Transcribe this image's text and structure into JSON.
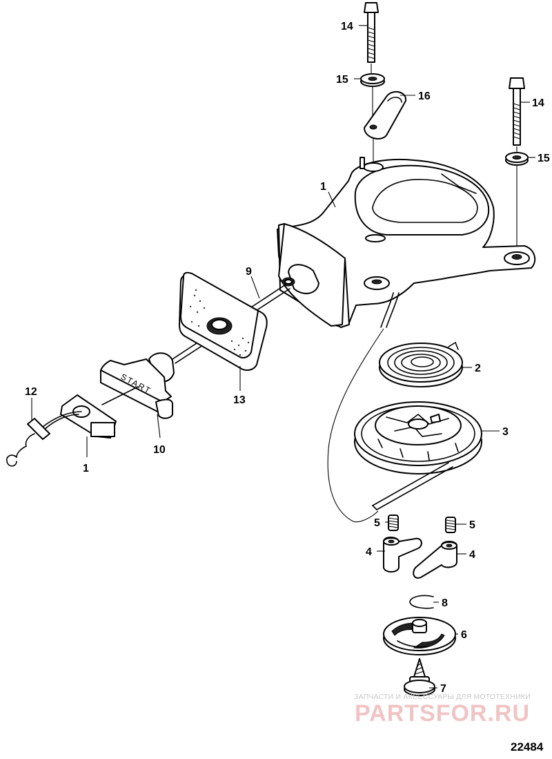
{
  "figure_number": "22484",
  "watermark": {
    "caption": "ЗАПЧАСТИ И АКСЕССУАРЫ ДЛЯ МОТОТЕХНИКИ",
    "brand": "PARTSFOR.RU"
  },
  "handle_text": "START",
  "callouts": {
    "bolt_left": "14",
    "washer_left": "15",
    "lock_plate": "16",
    "bolt_right": "14",
    "washer_right": "15",
    "housing": "1",
    "rope": "9",
    "seal_plate": "13",
    "spring": "2",
    "pulley": "3",
    "pawl_spring_left": "5",
    "pawl_spring_right": "5",
    "pawl_left": "4",
    "pawl_right": "4",
    "clip": "8",
    "drive_plate": "6",
    "screw": "7",
    "handle": "10",
    "rope_guide": "1",
    "hook": "12"
  },
  "colors": {
    "line": "#000000",
    "watermark_text": "#c8c8c8",
    "watermark_brand": "#f0c4c4"
  }
}
